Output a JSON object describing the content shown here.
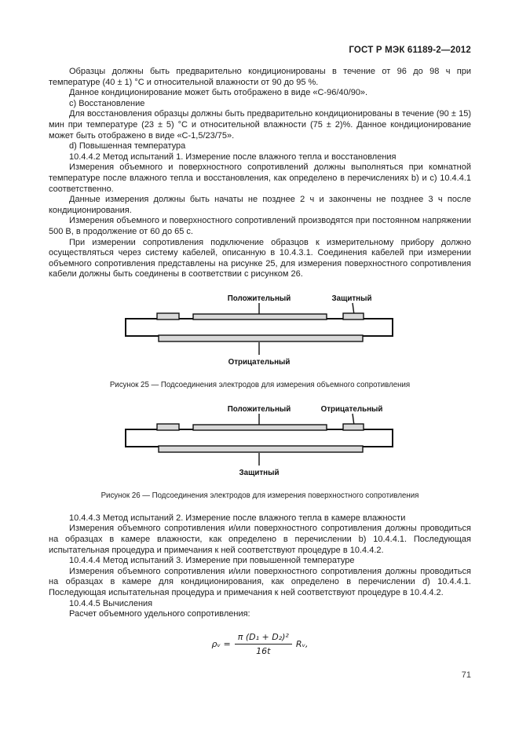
{
  "document": {
    "code": "ГОСТ Р МЭК 61189-2—2012",
    "page_number": "71"
  },
  "paragraphs_top": [
    "Образцы должны быть предварительно кондиционированы в течение от 96 до 98 ч при температуре (40 ± 1) °С и относительной влажности от 90 до 95 %.",
    "Данное кондиционирование может быть отображено в виде «С-96/40/90».",
    "c) Восстановление",
    "Для восстановления образцы должны быть предварительно кондиционированы в течение (90 ± 15) мин при температуре (23 ± 5) °С и относительной влажности (75 ± 2)%. Данное кондиционирование может быть отображено в виде «С-1,5/23/75».",
    "d) Повышенная температура",
    "10.4.4.2 Метод испытаний 1. Измерение после влажного тепла и восстановления",
    "Измерения объемного и поверхностного сопротивлений должны выполняться при комнатной температуре после влажного тепла и восстановления, как определено в перечислениях b) и c) 10.4.4.1 соответственно.",
    "Данные измерения должны быть начаты не позднее 2 ч и закончены не позднее 3 ч после кондиционирования.",
    "Измерения объемного и поверхностного сопротивлений производятся при постоянном напряжении 500 В, в продолжение от 60 до 65 с.",
    "При измерении сопротивления подключение образцов к измерительному прибору должно осуществляться через систему кабелей, описанную в 10.4.3.1. Соединения кабелей при измерении объемного сопротивления представлены на рисунке 25, для измерения поверхностного сопротивления кабели должны быть соединены в соответствии с рисунком 26."
  ],
  "figures": {
    "electrode_fill": "#d8d8d8",
    "line_color": "#111111",
    "fig25": {
      "labels": {
        "top_center": "Положительный",
        "top_right": "Защитный",
        "bottom": "Отрицательный"
      },
      "caption": "Рисунок 25 — Подсоединения электродов для измерения объемного сопротивления"
    },
    "fig26": {
      "labels": {
        "top_center": "Положительный",
        "top_right": "Отрицательный",
        "bottom": "Защитный"
      },
      "caption": "Рисунок 26 — Подсоединения электродов для измерения поверхностного сопротивления"
    }
  },
  "paragraphs_bottom": [
    "10.4.4.3 Метод испытаний 2. Измерение после влажного тепла в камере влажности",
    "Измерения объемного сопротивления и/или поверхностного сопротивления должны проводиться на образцах в камере влажности, как определено в перечислении b) 10.4.4.1. Последующая испытательная процедура и примечания к ней соответствуют процедуре в 10.4.4.2.",
    "10.4.4.4 Метод испытаний 3. Измерение при повышенной температуре",
    "Измерения объемного сопротивления и/или поверхностного сопротивления должны проводиться на образцах в камере для кондиционирования, как определено в перечислении d) 10.4.4.1. Последующая испытательная процедура и примечания к ней соответствуют процедуре в 10.4.4.2.",
    "10.4.4.5 Вычисления",
    "Расчет объемного удельного сопротивления:"
  ],
  "formula": {
    "lhs": "ρᵥ =",
    "numerator": "π (D₁ + D₂)²",
    "denominator": "16t",
    "rhs": "Rᵥ,"
  }
}
